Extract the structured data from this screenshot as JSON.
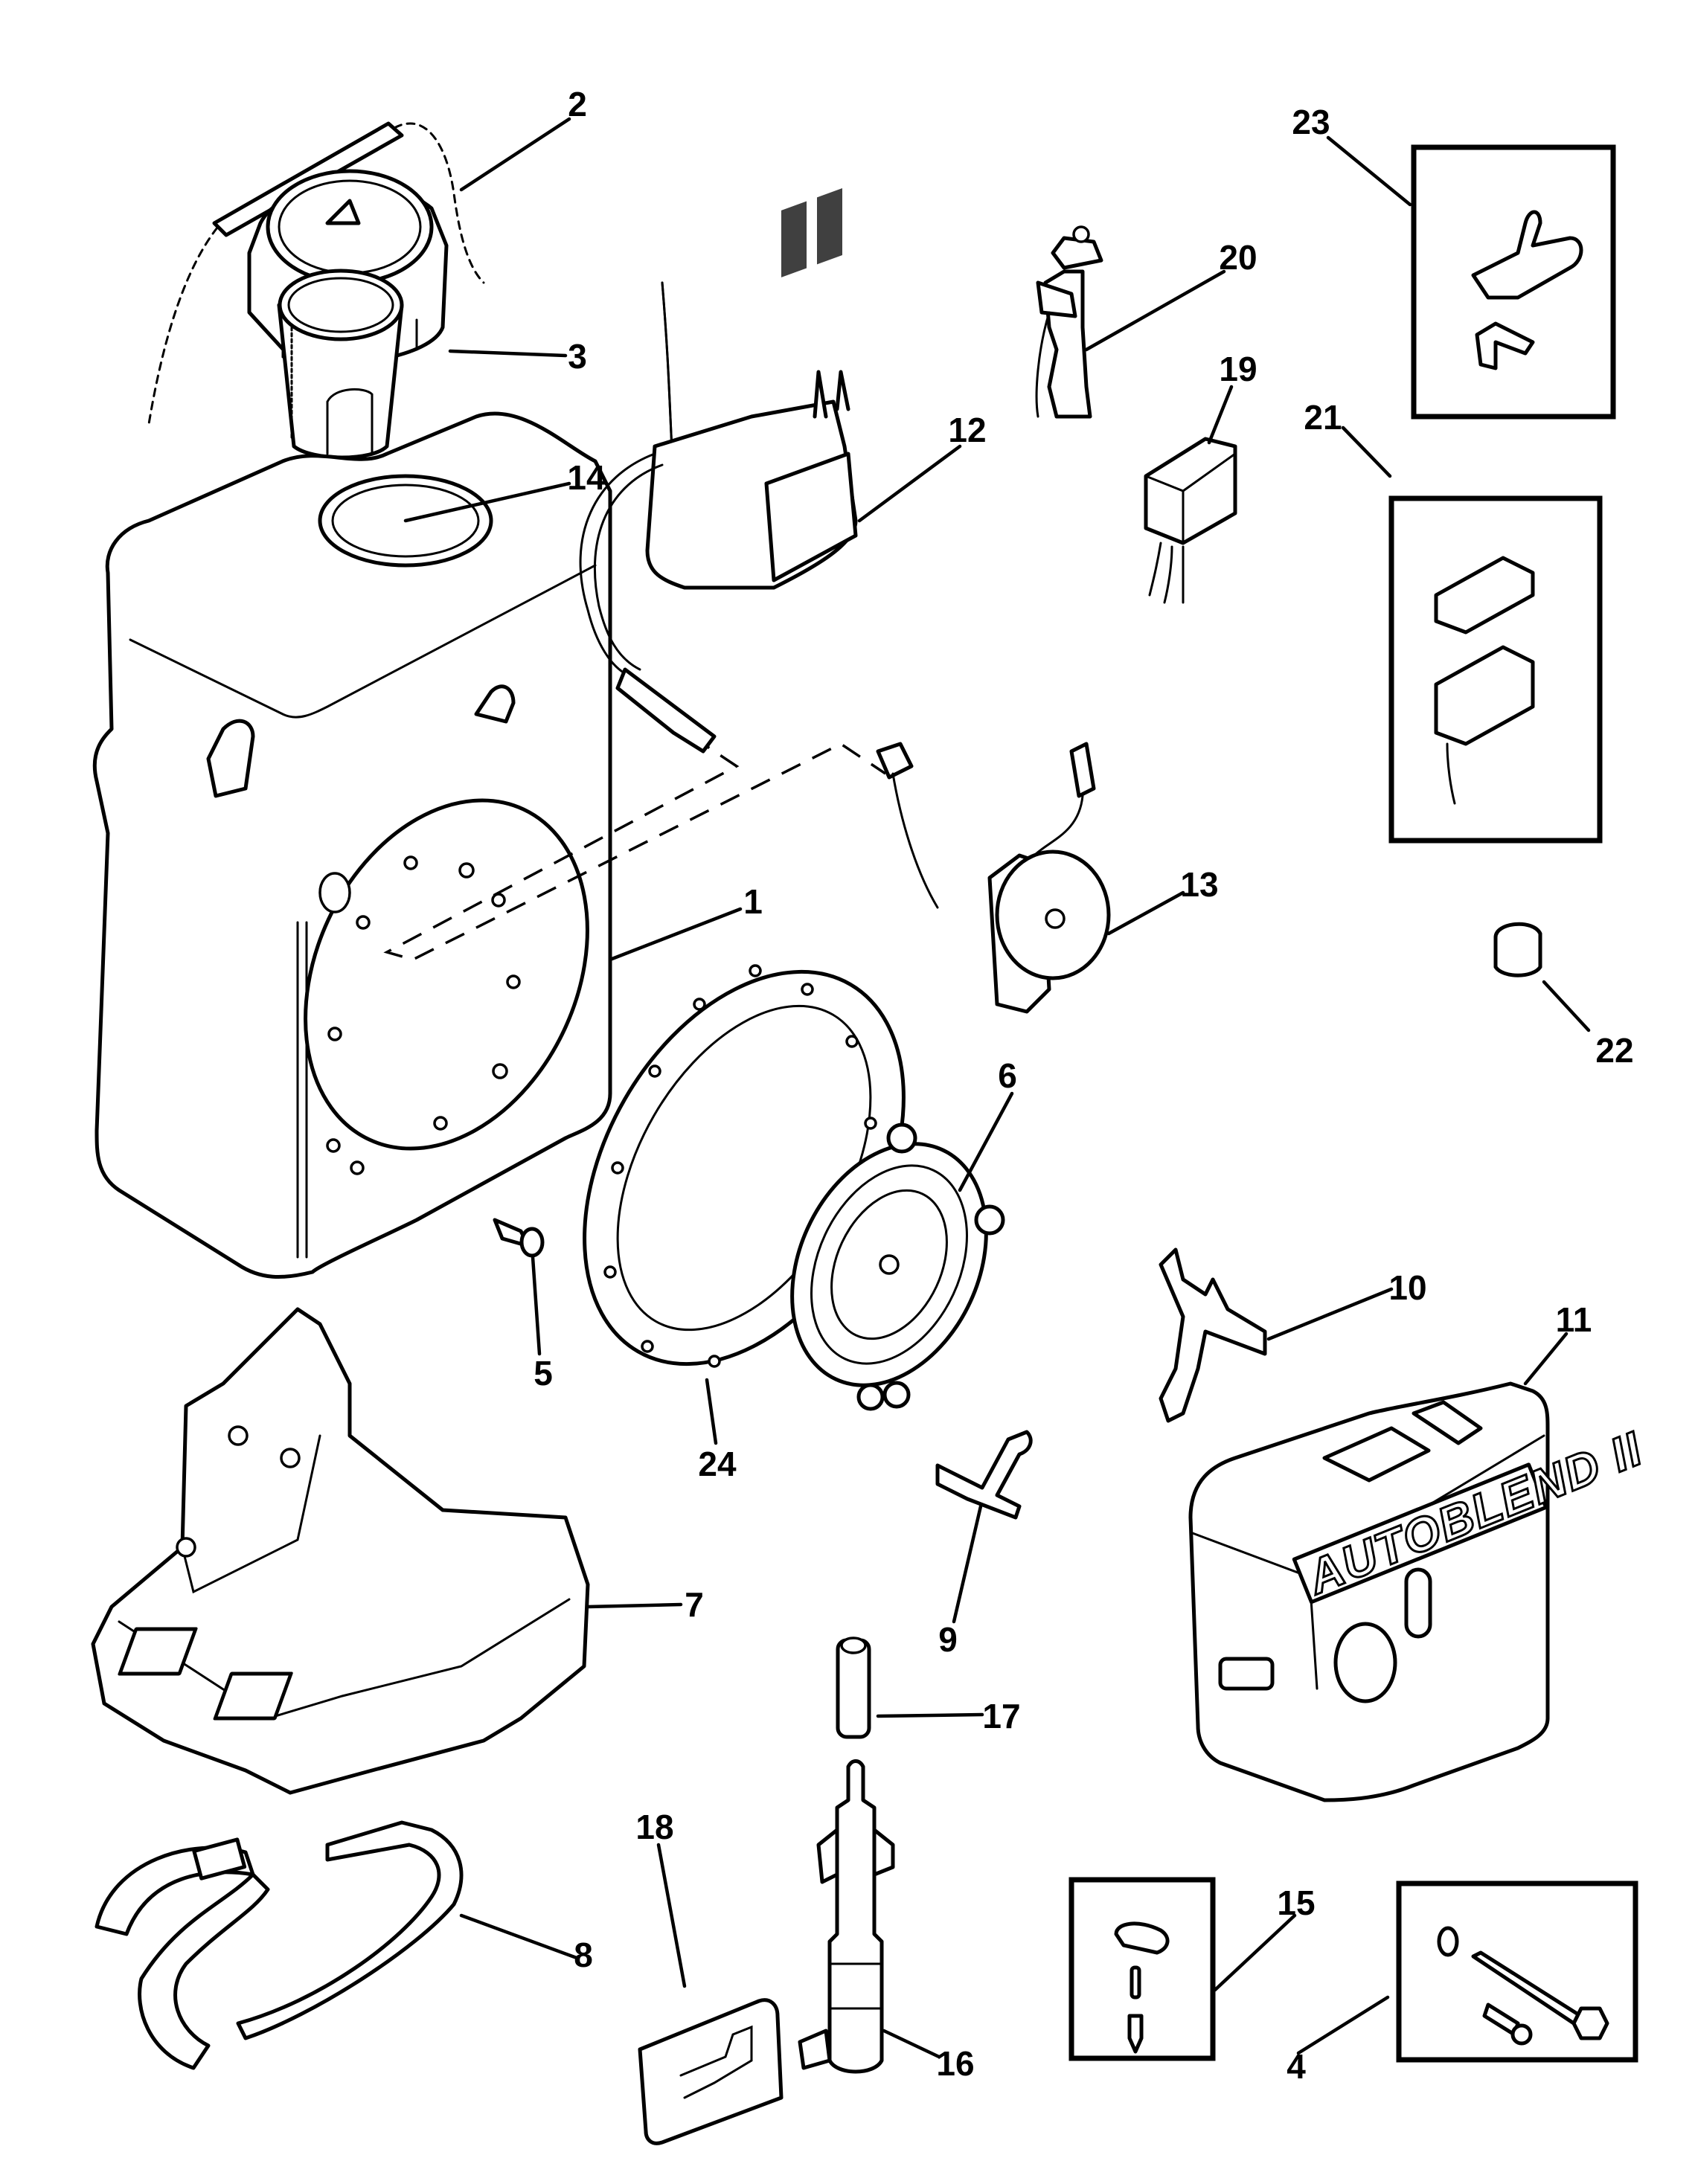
{
  "diagram": {
    "type": "exploded-parts-diagram",
    "background": "#ffffff",
    "line_color": "#000000",
    "brand_label": "AUTOBLEND II",
    "callouts": [
      {
        "id": "1",
        "label": "1",
        "part": "oil-tank"
      },
      {
        "id": "2",
        "label": "2",
        "part": "cap-tether-strap"
      },
      {
        "id": "3",
        "label": "3",
        "part": "fill-cap"
      },
      {
        "id": "4",
        "label": "4",
        "part": "mounting-hardware-kit"
      },
      {
        "id": "5",
        "label": "5",
        "part": "screw"
      },
      {
        "id": "6",
        "label": "6",
        "part": "tank-cover-plate"
      },
      {
        "id": "7",
        "label": "7",
        "part": "mounting-tray"
      },
      {
        "id": "8",
        "label": "8",
        "part": "hold-down-strap"
      },
      {
        "id": "9",
        "label": "9",
        "part": "clip"
      },
      {
        "id": "10",
        "label": "10",
        "part": "bracket"
      },
      {
        "id": "11",
        "label": "11",
        "part": "cover"
      },
      {
        "id": "12",
        "label": "12",
        "part": "filter-pickup"
      },
      {
        "id": "13",
        "label": "13",
        "part": "sensor"
      },
      {
        "id": "14",
        "label": "14",
        "part": "filler-screen"
      },
      {
        "id": "15",
        "label": "15",
        "part": "fitting-kit"
      },
      {
        "id": "16",
        "label": "16",
        "part": "outlet-fitting"
      },
      {
        "id": "17",
        "label": "17",
        "part": "sleeve"
      },
      {
        "id": "18",
        "label": "18",
        "part": "retainer"
      },
      {
        "id": "19",
        "label": "19",
        "part": "module"
      },
      {
        "id": "20",
        "label": "20",
        "part": "switch-bracket"
      },
      {
        "id": "21",
        "label": "21",
        "part": "switch-housing-kit"
      },
      {
        "id": "22",
        "label": "22",
        "part": "plug"
      },
      {
        "id": "23",
        "label": "23",
        "part": "bracket-kit"
      },
      {
        "id": "24",
        "label": "24",
        "part": "gasket"
      }
    ]
  }
}
